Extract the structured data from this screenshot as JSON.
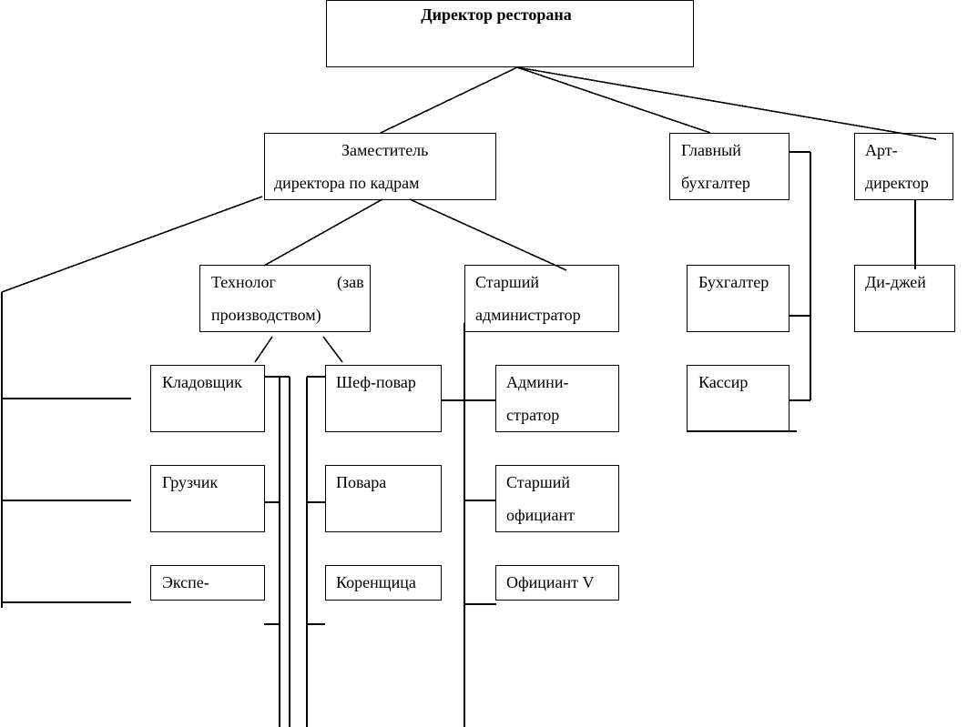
{
  "diagram": {
    "director": {
      "label": "Директор ресторана"
    },
    "deputy_hr": {
      "line1": "Заместитель",
      "line2": "директора по кадрам"
    },
    "chief_accountant": {
      "line1": "Главный",
      "line2": "бухгалтер"
    },
    "art_director": {
      "line1": "Арт-",
      "line2": "директор"
    },
    "technologist": {
      "line1a": "Технолог",
      "line1b": "(зав",
      "line2": "производством)"
    },
    "senior_admin": {
      "line1": "Старший",
      "line2": "администратор"
    },
    "accountant": {
      "label": "Бухгалтер"
    },
    "dj": {
      "label": "Ди-джей"
    },
    "storekeeper": {
      "label": "Кладовщик"
    },
    "chef": {
      "label": "Шеф-повар"
    },
    "administrator": {
      "line1": "Админи-",
      "line2": "стратор"
    },
    "cashier": {
      "label": "Кассир"
    },
    "loader": {
      "label": "Грузчик"
    },
    "cooks": {
      "label": "Повара"
    },
    "senior_waiter": {
      "line1": "Старший",
      "line2": "официант"
    },
    "expeditor": {
      "label": "Экспе-"
    },
    "root_worker": {
      "label": "Коренщица"
    },
    "waiters": {
      "label": "Официант V"
    }
  }
}
